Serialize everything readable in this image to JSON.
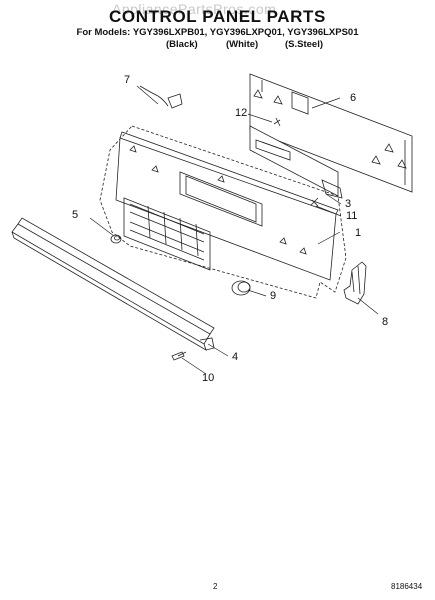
{
  "watermark": "AppliancePartsPros.com",
  "header": {
    "title": "CONTROL PANEL PARTS",
    "models": "For Models: YGY396LXPB01, YGY396LXPQ01, YGY396LXPS01",
    "colors": [
      "(Black)",
      "(White)",
      "(S.Steel)"
    ]
  },
  "callouts": {
    "c1": "1",
    "c3": "3",
    "c4": "4",
    "c5": "5",
    "c6": "6",
    "c7": "7",
    "c8": "8",
    "c9": "9",
    "c10": "10",
    "c11": "11",
    "c12": "12"
  },
  "footer": {
    "page": "2",
    "doc": "8186434"
  }
}
